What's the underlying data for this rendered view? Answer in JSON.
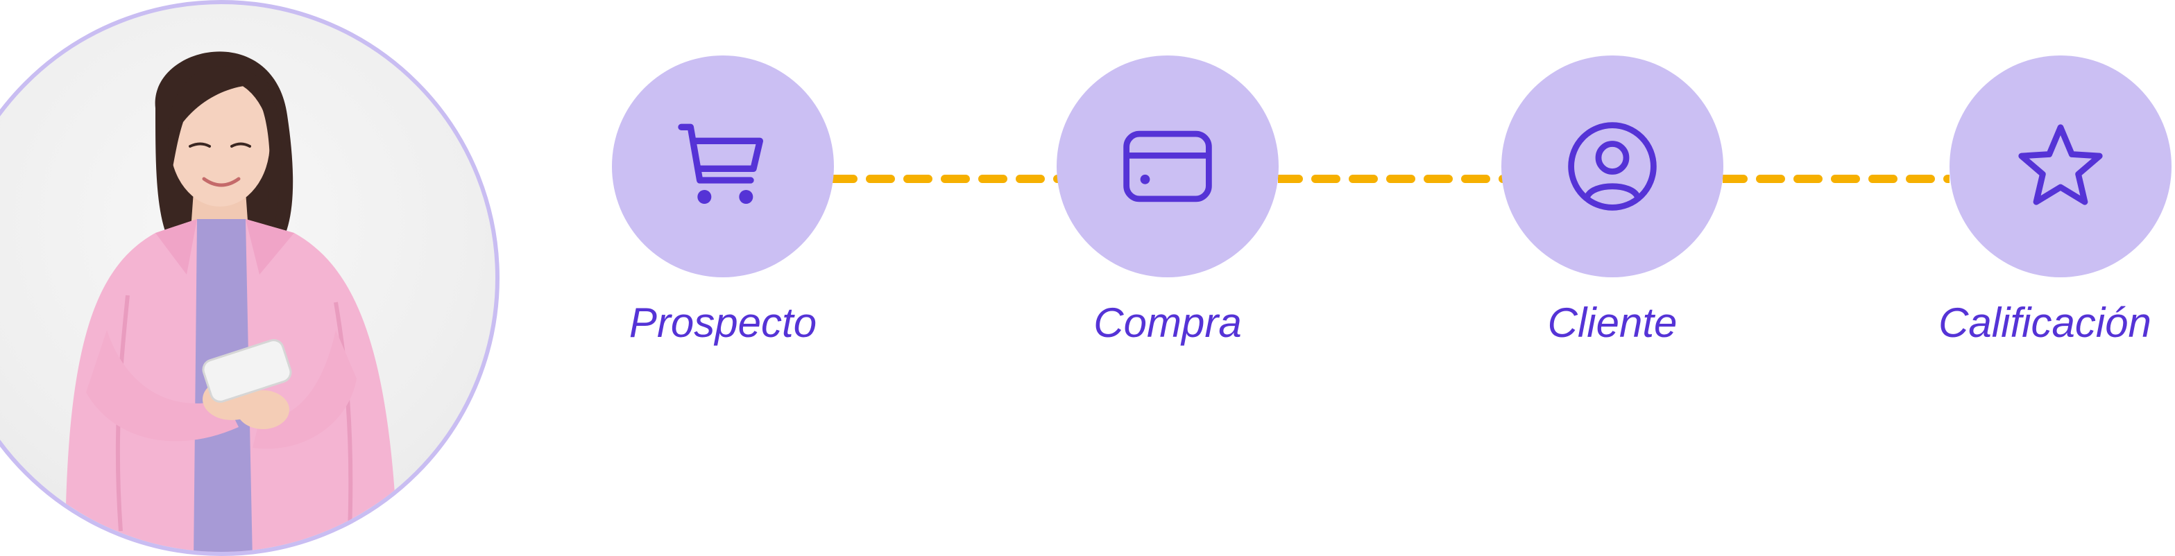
{
  "colors": {
    "circle_fill": "#cbbff3",
    "icon_stroke": "#5533d6",
    "label_text": "#5533d6",
    "connector": "#f6b000",
    "portrait_border": "#c9bdf2"
  },
  "portrait": {
    "icon": "woman-using-phone-photo"
  },
  "steps": [
    {
      "label": "Prospecto",
      "icon": "shopping-cart-icon"
    },
    {
      "label": "Compra",
      "icon": "credit-card-icon"
    },
    {
      "label": "Cliente",
      "icon": "user-circle-icon"
    },
    {
      "label": "Calificación",
      "icon": "star-icon"
    }
  ]
}
